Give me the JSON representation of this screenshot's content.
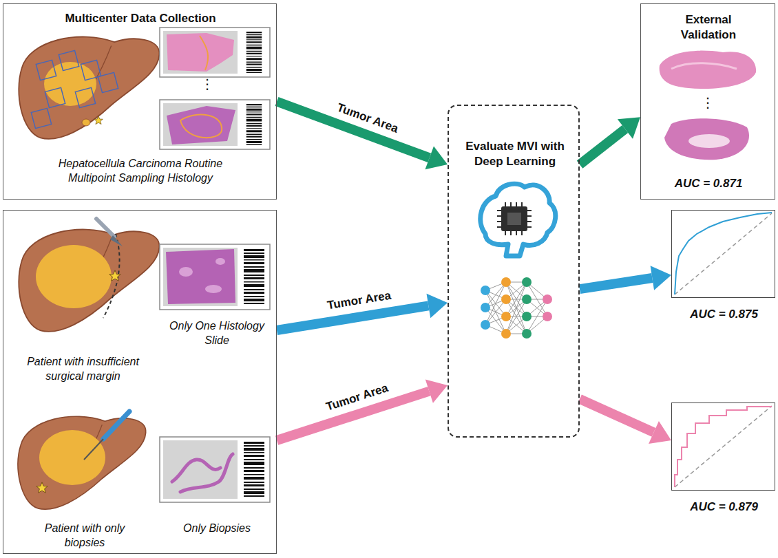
{
  "diagram": {
    "nodes": [
      {
        "text": [
          "Multicenter Data Collection",
          "Hepatocellula Carcinoma Routine Multipoint Sampling Histology"
        ]
      },
      {
        "text": [
          "Patient with insufficient surgical margin",
          "Only One Histology Slide",
          "Patient with only biopsies",
          "Only Biopsies"
        ]
      },
      {
        "text": [
          "Evaluate MVI with Deep Learning"
        ]
      },
      {
        "text": [
          "External Validation",
          "AUC = 0.871"
        ]
      },
      {
        "text": [
          "AUC = 0.875"
        ]
      },
      {
        "text": [
          "AUC = 0.879"
        ]
      }
    ],
    "edges": [
      {
        "from": 0,
        "to": 2,
        "label": "Tumor Area",
        "arrow": "to"
      },
      {
        "from": 1,
        "to": 2,
        "label": "Tumor Area",
        "arrow": "to"
      },
      {
        "from": 1,
        "to": 2,
        "label": "Tumor Area",
        "arrow": "to"
      },
      {
        "from": 2,
        "to": 3,
        "arrow": "to"
      },
      {
        "from": 2,
        "to": 4,
        "arrow": "to"
      },
      {
        "from": 2,
        "to": 5,
        "arrow": "to"
      }
    ],
    "labels": [
      "⋮",
      "⋮"
    ]
  }
}
